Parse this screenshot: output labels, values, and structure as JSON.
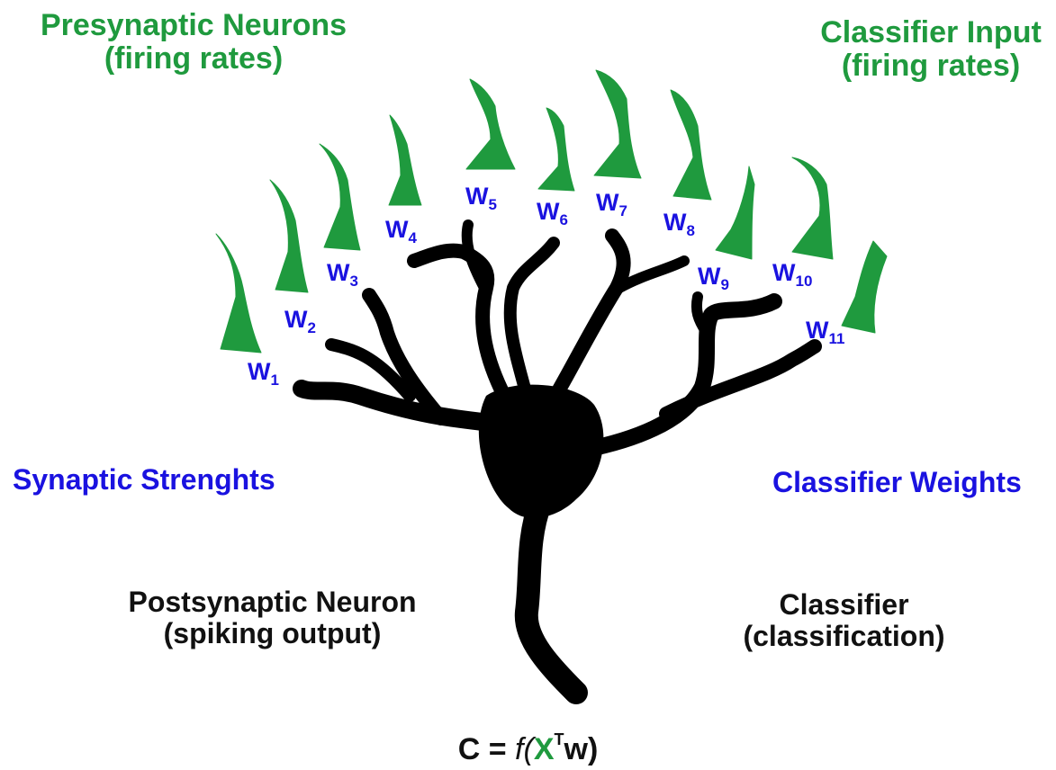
{
  "labels": {
    "top_left_line1": "Presynaptic Neurons",
    "top_left_line2": "(firing rates)",
    "top_right_line1": "Classifier Input",
    "top_right_line2": "(firing rates)",
    "mid_left": "Synaptic Strenghts",
    "mid_right": "Classifier Weights",
    "bottom_left_line1": "Postsynaptic Neuron",
    "bottom_left_line2": "(spiking output)",
    "bottom_right_line1": "Classifier",
    "bottom_right_line2": "(classification)"
  },
  "weights": [
    {
      "base": "W",
      "sub": "1"
    },
    {
      "base": "W",
      "sub": "2"
    },
    {
      "base": "W",
      "sub": "3"
    },
    {
      "base": "W",
      "sub": "4"
    },
    {
      "base": "W",
      "sub": "5"
    },
    {
      "base": "W",
      "sub": "6"
    },
    {
      "base": "W",
      "sub": "7"
    },
    {
      "base": "W",
      "sub": "8"
    },
    {
      "base": "W",
      "sub": "9"
    },
    {
      "base": "W",
      "sub": "10"
    },
    {
      "base": "W",
      "sub": "11"
    }
  ],
  "formula": {
    "lhs": "C = ",
    "func": "f",
    "open": "(",
    "x": "X",
    "sup": "T",
    "w": "w)"
  },
  "colors": {
    "presynaptic": "#1f9a3e",
    "weights": "#1a12e0",
    "neuron": "#000000"
  },
  "icons": [
    "presynaptic-neuron-icon",
    "postsynaptic-neuron-icon"
  ]
}
